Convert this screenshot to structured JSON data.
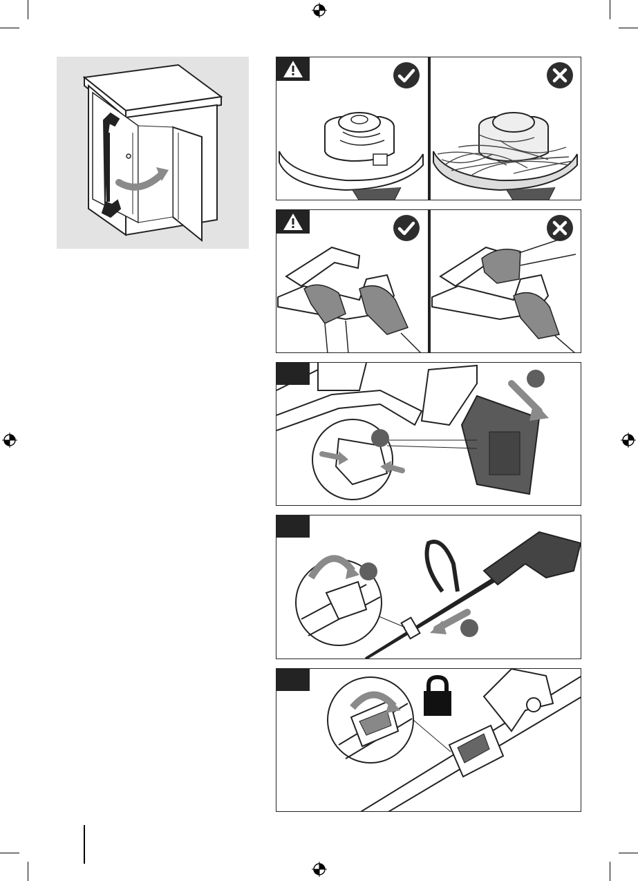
{
  "page": {
    "background": "#ffffff",
    "panel_background_gray": "#e3e3e3",
    "ink": "#222222",
    "accent_gray": "#8a8a8a"
  },
  "icons": {
    "warning": "warning-triangle-icon",
    "correct": "check-circle-icon",
    "incorrect": "cross-circle-icon",
    "lock": "padlock-icon",
    "registration": "registration-mark-icon"
  },
  "steps": [
    {
      "id": "storage",
      "number": "",
      "description": ""
    },
    {
      "id": "guard-cleaning",
      "number": "",
      "description": ""
    },
    {
      "id": "carry-handling",
      "number": "",
      "description": ""
    },
    {
      "id": "battery-removal",
      "number": "",
      "callouts": [
        "",
        ""
      ]
    },
    {
      "id": "shaft-unlock",
      "number": "",
      "callouts": [
        "",
        ""
      ]
    },
    {
      "id": "shaft-lock",
      "number": ""
    }
  ]
}
